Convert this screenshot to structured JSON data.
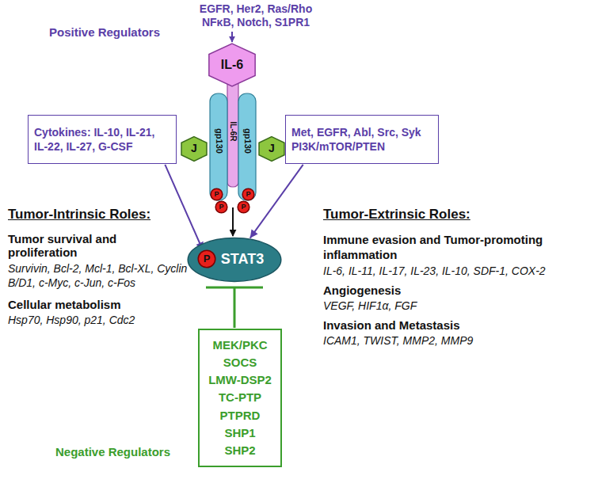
{
  "diagram": {
    "nodes": [
      {
        "text": [
          "IL-6"
        ]
      },
      {
        "text": [
          "J"
        ]
      },
      {
        "text": [
          "J"
        ]
      },
      {
        "text": [
          "Cytokines: IL-10, IL-21, IL-22, IL-27, G-CSF"
        ]
      },
      {
        "text": [
          "Met, EGFR, Abl, Src, Syk PI3K/mTOR/PTEN"
        ]
      },
      {
        "text": [
          "P"
        ]
      },
      {
        "text": [
          "P"
        ]
      },
      {
        "text": [
          "P"
        ]
      },
      {
        "text": [
          "P"
        ]
      },
      {
        "text": [
          "P"
        ]
      },
      {
        "text": [
          "STAT3"
        ]
      },
      {
        "text": [
          "MEK/PKC",
          "SOCS",
          "LMW-DSP2",
          "TC-PTP",
          "PTPRD",
          "SHP1",
          "SHP2"
        ]
      }
    ],
    "edges": [
      {
        "from": 3,
        "to": 9,
        "arrow": "to"
      },
      {
        "from": 4,
        "to": 10,
        "arrow": "to"
      },
      {
        "from": 11,
        "to": 10,
        "arrow": "to"
      }
    ],
    "labels": [
      "Positive Regulators",
      "EGFR, Her2, Ras/Rho NFκB, Notch, S1PR1",
      "gp130",
      "IL-6R",
      "gp130",
      "Tumor-Intrinsic Roles:",
      "Tumor survival and proliferation",
      "Survivin, Bcl-2, Mcl-1, Bcl-XL, Cyclin B/D1, c-Myc, c-Jun, c-Fos",
      "Cellular metabolism",
      "Hsp70, Hsp90, p21, Cdc2",
      "Tumor-Extrinsic Roles:",
      "Immune evasion and Tumor-promoting inflammation",
      "IL-6, IL-11, IL-17, IL-23, IL-10, SDF-1, COX-2",
      "Angiogenesis",
      "VEGF, HIF1α, FGF",
      "Invasion and Metastasis",
      "ICAM1, TWIST, MMP2, MMP9",
      "Negative Regulators"
    ]
  }
}
